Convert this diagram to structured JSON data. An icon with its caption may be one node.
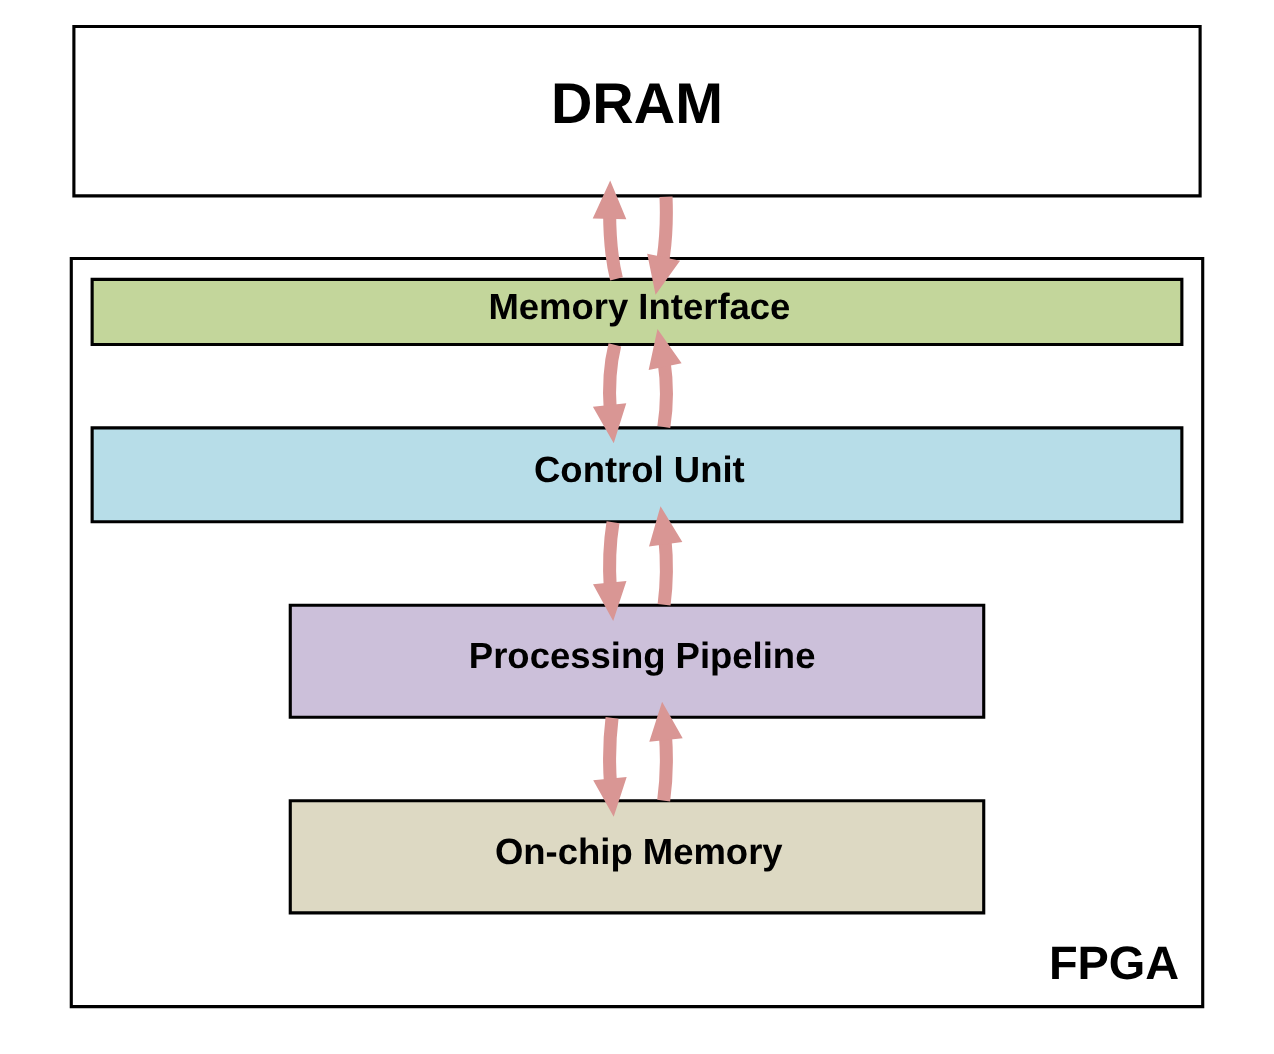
{
  "diagram": {
    "nodes": [
      {
        "text": [
          "DRAM"
        ]
      },
      {
        "text": [
          "FPGA"
        ]
      },
      {
        "text": [
          "Memory Interface"
        ],
        "in": 1
      },
      {
        "text": [
          "Control Unit"
        ],
        "in": 1
      },
      {
        "text": [
          "Processing Pipeline"
        ],
        "in": 1
      },
      {
        "text": [
          "On-chip Memory"
        ],
        "in": 1
      }
    ],
    "edges": [
      {
        "from": 0,
        "to": 2,
        "arrow": "to"
      },
      {
        "from": 2,
        "to": 0,
        "arrow": "to"
      },
      {
        "from": 2,
        "to": 3,
        "arrow": "to"
      },
      {
        "from": 3,
        "to": 2,
        "arrow": "to"
      },
      {
        "from": 3,
        "to": 4,
        "arrow": "to"
      },
      {
        "from": 4,
        "to": 3,
        "arrow": "to"
      },
      {
        "from": 4,
        "to": 5,
        "arrow": "to"
      },
      {
        "from": 5,
        "to": 4,
        "arrow": "to"
      }
    ]
  }
}
